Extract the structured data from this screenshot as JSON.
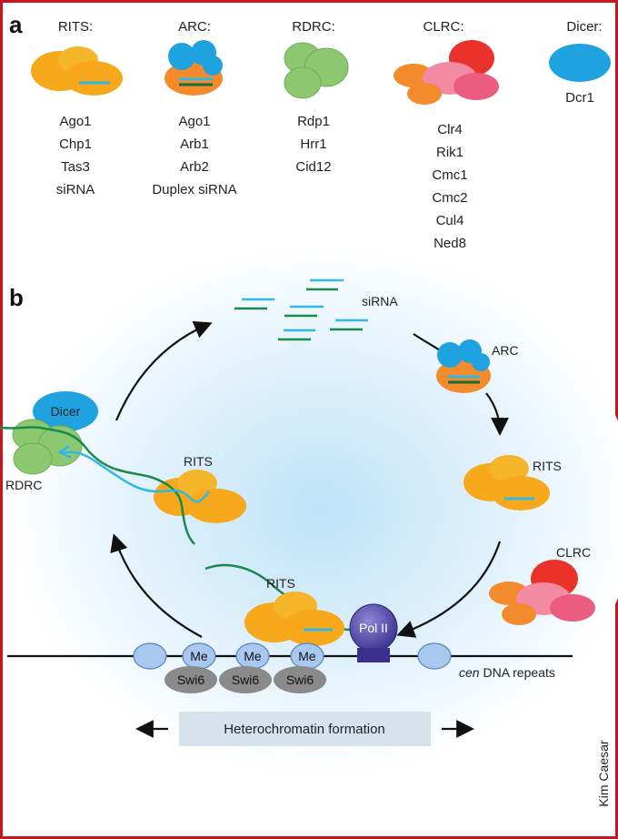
{
  "panel_a": {
    "letter": "a",
    "complexes": [
      {
        "header": "RITS:",
        "members": [
          "Ago1",
          "Chp1",
          "Tas3",
          "siRNA"
        ]
      },
      {
        "header": "ARC:",
        "members": [
          "Ago1",
          "Arb1",
          "Arb2",
          "Duplex siRNA"
        ]
      },
      {
        "header": "RDRC:",
        "members": [
          "Rdp1",
          "Hrr1",
          "Cid12"
        ]
      },
      {
        "header": "CLRC:",
        "members": [
          "Clr4",
          "Rik1",
          "Cmc1",
          "Cmc2",
          "Cul4",
          "Ned8"
        ]
      },
      {
        "header": "Dicer:",
        "members": [
          "Dcr1"
        ]
      }
    ]
  },
  "panel_b": {
    "letter": "b",
    "labels": {
      "sirna": "siRNA",
      "arc": "ARC",
      "rits_right": "RITS",
      "clrc": "CLRC",
      "rits_center": "RITS",
      "rits_bottom": "RITS",
      "dicer": "Dicer",
      "rdrc": "RDRC",
      "pol2": "Pol II",
      "me": [
        "Me",
        "Me",
        "Me"
      ],
      "swi6": [
        "Swi6",
        "Swi6",
        "Swi6"
      ],
      "cen_italic": "cen",
      "cen_rest": " DNA repeats",
      "heterochromatin": "Heterochromatin formation"
    }
  },
  "credit": "Kim Caesar",
  "colors": {
    "frame": "#c8141e",
    "rits": "#f7a81b",
    "arc_blue": "#1fa3e0",
    "rdrc_green": "#8cc870",
    "clrc_red": "#e8322a",
    "clrc_pink": "#f28aa3",
    "clrc_orange": "#f38a2c",
    "dicer": "#1fa3e0",
    "sirna_cyan": "#33b8e6",
    "sirna_green": "#1a8a4a",
    "pol2": "#4a3fa0",
    "nucleosome": "#a9c8f0",
    "swi6": "#8a8a8a",
    "hetero_box": "#d6e2ec"
  }
}
